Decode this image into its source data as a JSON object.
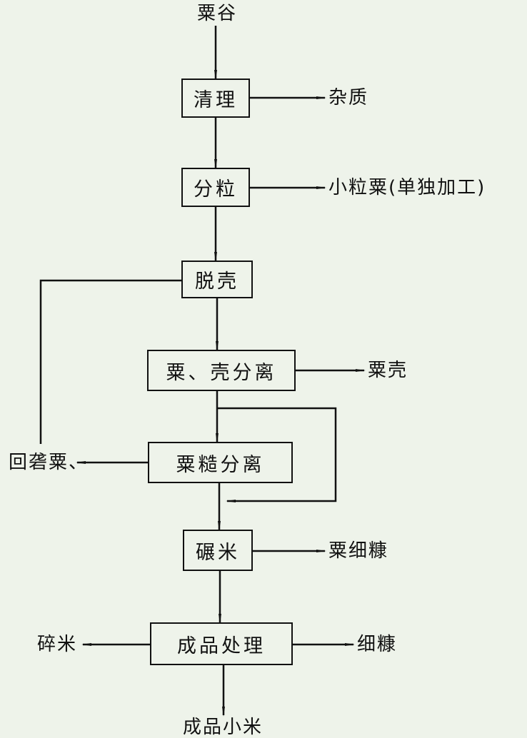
{
  "input": "粟谷",
  "steps": {
    "cleaning": "清理",
    "grading": "分粒",
    "hulling": "脱壳",
    "husk_separation": "粟、壳分离",
    "paddy_separation": "粟糙分离",
    "milling": "碾米",
    "finishing": "成品处理"
  },
  "outputs": {
    "impurities": "杂质",
    "small_grain": "小粒粟(单独加工)",
    "husk": "粟壳",
    "return_paddy": "回砻粟、",
    "fine_bran_millet": "粟细糠",
    "broken_rice": "碎米",
    "fine_bran": "细糠",
    "final_product": "成品小米"
  }
}
